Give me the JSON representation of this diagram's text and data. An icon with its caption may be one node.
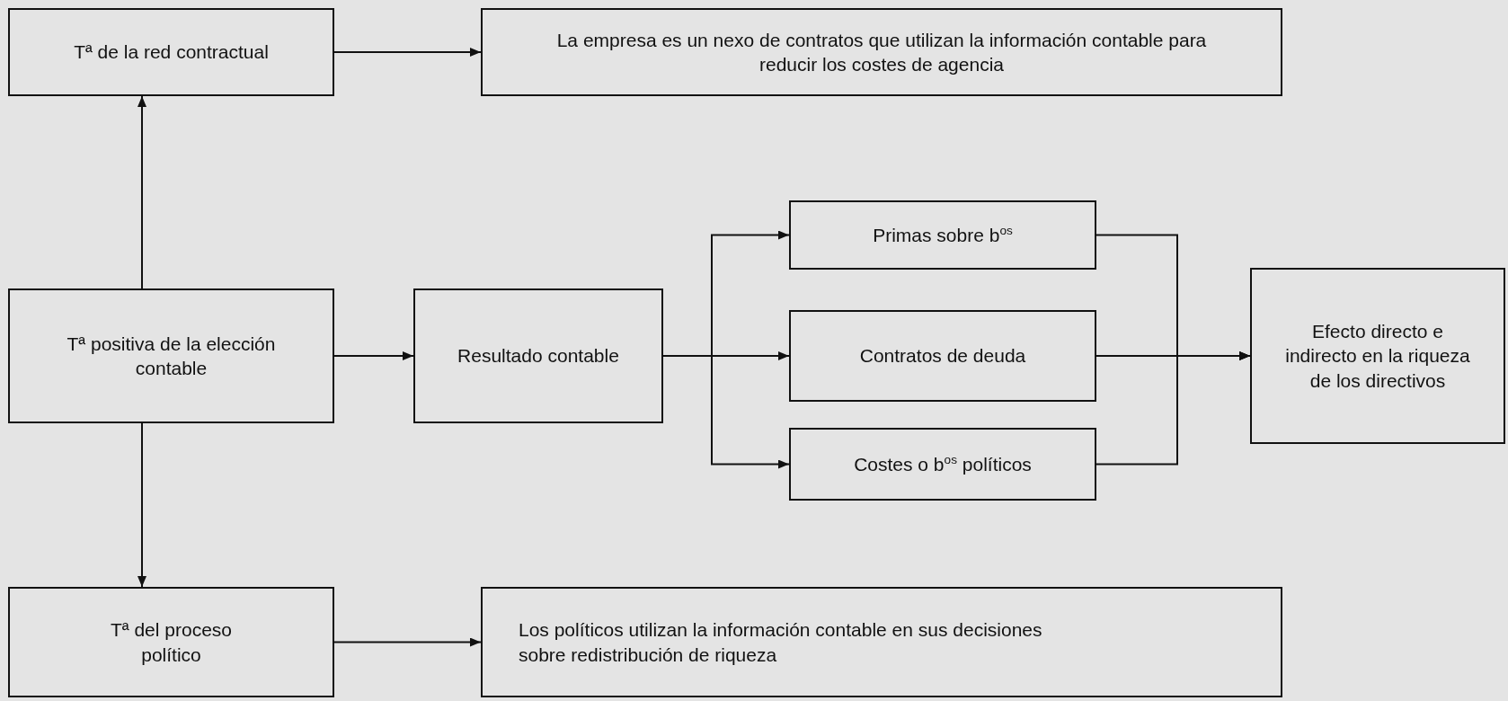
{
  "diagram": {
    "nodes": [
      {
        "text": [
          "Tª de la red contractual"
        ]
      },
      {
        "text": [
          "La empresa es un nexo de contratos que utilizan la información contable para reducir los costes de agencia"
        ]
      },
      {
        "text": [
          "Tª positiva de la elección contable"
        ]
      },
      {
        "text": [
          "Resultado contable"
        ]
      },
      {
        "text": [
          "Primas sobre b$^{os}$"
        ]
      },
      {
        "text": [
          "Contratos de deuda"
        ]
      },
      {
        "text": [
          "Costes o b$^{os}$ políticos"
        ]
      },
      {
        "text": [
          "Efecto directo e indirecto en la riqueza de los directivos"
        ]
      },
      {
        "text": [
          "Tª del proceso político"
        ]
      },
      {
        "text": [
          "Los políticos utilizan la información contable en sus decisiones sobre redistribución de riqueza"
        ]
      }
    ],
    "edges": [
      {
        "from": 0,
        "to": 1,
        "arrow": "to"
      },
      {
        "from": 2,
        "to": 0,
        "arrow": "to"
      },
      {
        "from": 2,
        "to": 8,
        "arrow": "to"
      },
      {
        "from": 2,
        "to": 3,
        "arrow": "to"
      },
      {
        "from": 3,
        "to": 4,
        "arrow": "to"
      },
      {
        "from": 3,
        "to": 5,
        "arrow": "to"
      },
      {
        "from": 3,
        "to": 6,
        "arrow": "to"
      },
      {
        "from": 4,
        "to": 7,
        "arrow": "to"
      },
      {
        "from": 5,
        "to": 7,
        "arrow": "to"
      },
      {
        "from": 6,
        "to": 7,
        "arrow": "to"
      },
      {
        "from": 8,
        "to": 9,
        "arrow": "to"
      }
    ]
  }
}
